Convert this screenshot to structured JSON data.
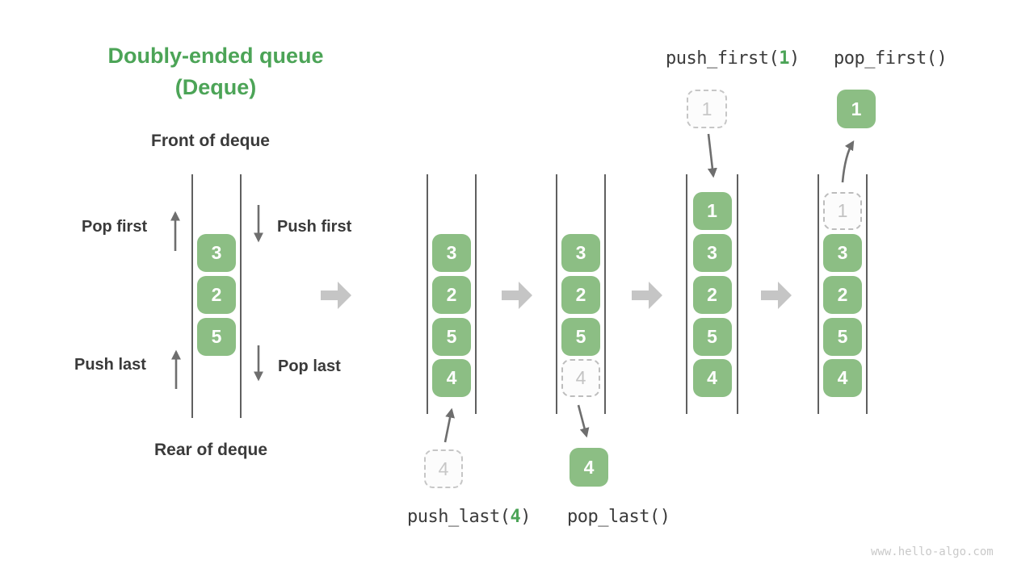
{
  "title": {
    "line1": "Doubly-ended queue",
    "line2": "(Deque)"
  },
  "labels": {
    "front": "Front of deque",
    "rear": "Rear of deque",
    "pop_first": "Pop first",
    "push_first": "Push first",
    "push_last": "Push last",
    "pop_last": "Pop last"
  },
  "operations": {
    "push_first": {
      "prefix": "push_first(",
      "arg": "1",
      "suffix": ")"
    },
    "pop_first": "pop_first()",
    "push_last": {
      "prefix": "push_last(",
      "arg": "4",
      "suffix": ")"
    },
    "pop_last": "pop_last()"
  },
  "queues": [
    {
      "name": "deque-initial",
      "cells": [
        {
          "v": "3"
        },
        {
          "v": "2"
        },
        {
          "v": "5"
        }
      ]
    },
    {
      "name": "deque-after-push-last",
      "cells": [
        {
          "v": "3"
        },
        {
          "v": "2"
        },
        {
          "v": "5"
        },
        {
          "v": "4"
        }
      ]
    },
    {
      "name": "deque-during-pop-last",
      "cells": [
        {
          "v": "3"
        },
        {
          "v": "2"
        },
        {
          "v": "5"
        },
        {
          "v": "4",
          "ghost": true
        }
      ]
    },
    {
      "name": "deque-after-push-first",
      "cells": [
        {
          "v": "1"
        },
        {
          "v": "3"
        },
        {
          "v": "2"
        },
        {
          "v": "5"
        },
        {
          "v": "4"
        }
      ]
    },
    {
      "name": "deque-during-pop-first",
      "cells": [
        {
          "v": "1",
          "ghost": true
        },
        {
          "v": "3"
        },
        {
          "v": "2"
        },
        {
          "v": "5"
        },
        {
          "v": "4"
        }
      ]
    }
  ],
  "floating_items": {
    "push_last_item": "4",
    "pop_last_item": "4",
    "push_first_item": "1",
    "pop_first_item": "1"
  },
  "watermark": "www.hello-algo.com",
  "colors": {
    "accent_green": "#4ca457",
    "cell_green": "#8cbe84",
    "text_dark": "#3a3a3a",
    "wall_gray": "#606060",
    "arrow_gray": "#6e6e6e",
    "block_arrow_gray": "#c5c5c5",
    "ghost_gray": "#c6c6c6"
  }
}
